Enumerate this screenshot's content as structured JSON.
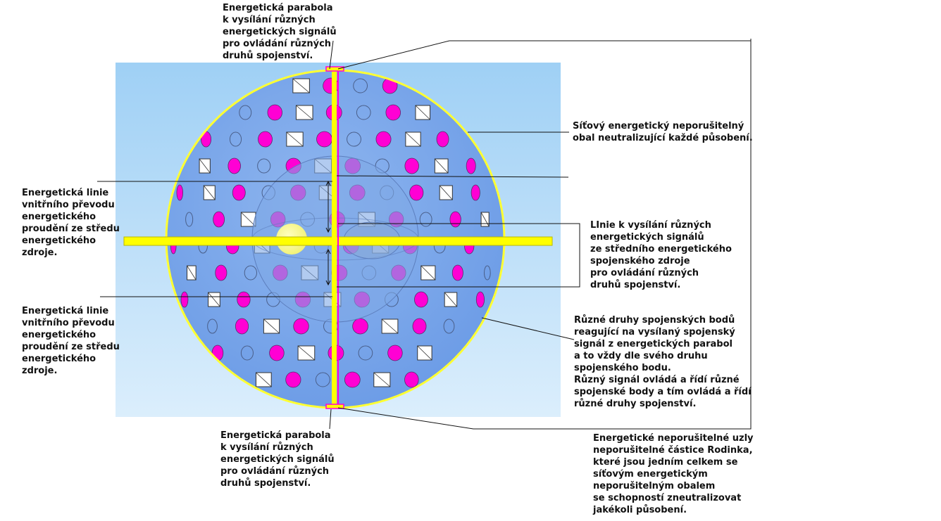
{
  "colors": {
    "background_panel_top": "#9fd0f5",
    "background_panel_bottom": "#dbeefc",
    "sphere": "#6b9be6",
    "sphere_edge": "#ffff33",
    "axis": "#ffff00",
    "core": "#f2f27a",
    "magenta_dot": "#ff00d4",
    "leader_line": "#111111"
  },
  "labels": {
    "top_parabola": "Energetická parabola\nk vysílání různých\nenergetických signálů\npro ovládání různých\ndruhů spojenství.",
    "net_shell": "Síťový energetický neporušitelný\nobal neutralizující každé působení.",
    "inner_line_upper": "Energetická linie\nvnitřního převodu\nenergetického\nproudění ze středu\nenergetického\nzdroje.",
    "signal_line": "LInie k vysílání různých\nenergetických signálů\nze středního energetického\nspojenského zdroje\npro ovládání různých\ndruhů spojenství.",
    "inner_line_lower": "Energetická linie\nvnitřního převodu\nenergetického\nproudění ze středu\nenergetického\nzdroje.",
    "connection_points": "Různé druhy spojenských bodů\nreagující na vysílaný spojenský\nsignál z energetických parabol\na to vždy dle svého druhu\nspojenského bodu.\nRůzný signál ovládá a řídí různé\nspojenské body a tím ovládá a řídí\nrůzné druhy spojenství.",
    "bottom_parabola": "Energetická parabola\nk vysílání různých\nenergetických signálů\npro ovládání různých\ndruhů spojenství.",
    "nodes": "Energetické neporušitelné uzly\nneporušitelné částice Rodinka,\nkteré jsou jedním celkem se\nsíťovým energetickým\nneporušitelným obalem\nse schopností zneutralizovat\njakékoli působení."
  }
}
